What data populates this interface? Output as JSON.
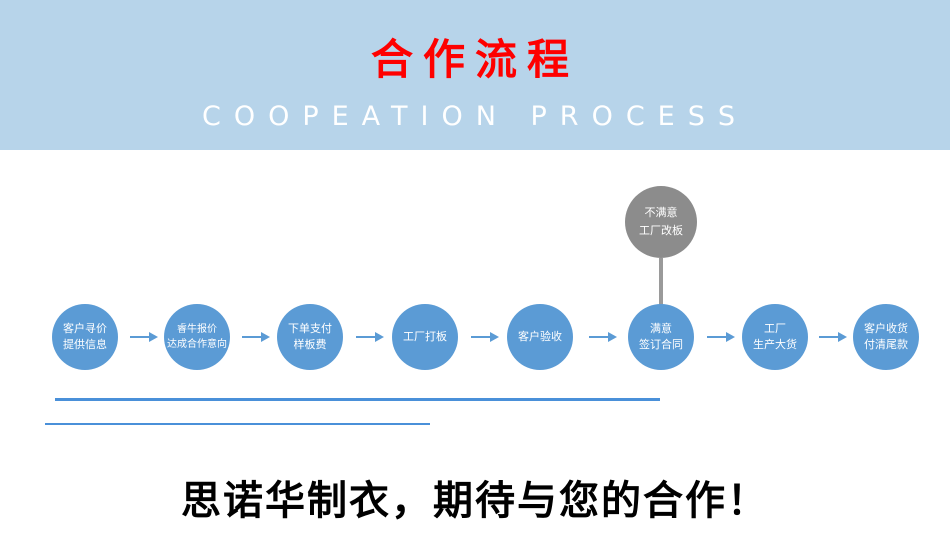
{
  "banner": {
    "title": "合作流程",
    "subtitle": "COOPEATION PROCESS",
    "bg_color": "#b7d4ea",
    "title_color": "#fe0000",
    "subtitle_color": "#ffffff"
  },
  "flow": {
    "circle_color": "#5b9bd5",
    "alt_circle_color": "#8c8c8c",
    "steps": [
      {
        "line1": "客户寻价",
        "line2": "提供信息"
      },
      {
        "line1": "睿牛报价",
        "line2": "达成合作意向"
      },
      {
        "line1": "下单支付",
        "line2": "样板费"
      },
      {
        "line1": "工厂打板",
        "line2": ""
      },
      {
        "line1": "客户验收",
        "line2": ""
      },
      {
        "line1": "满意",
        "line2": "签订合同"
      },
      {
        "line1": "工厂",
        "line2": "生产大货"
      },
      {
        "line1": "客户收货",
        "line2": "付清尾款"
      }
    ],
    "alt_step": {
      "line1": "不满意",
      "line2": "工厂改板"
    }
  },
  "footer": {
    "slogan": "思诺华制衣，期待与您的合作！"
  }
}
